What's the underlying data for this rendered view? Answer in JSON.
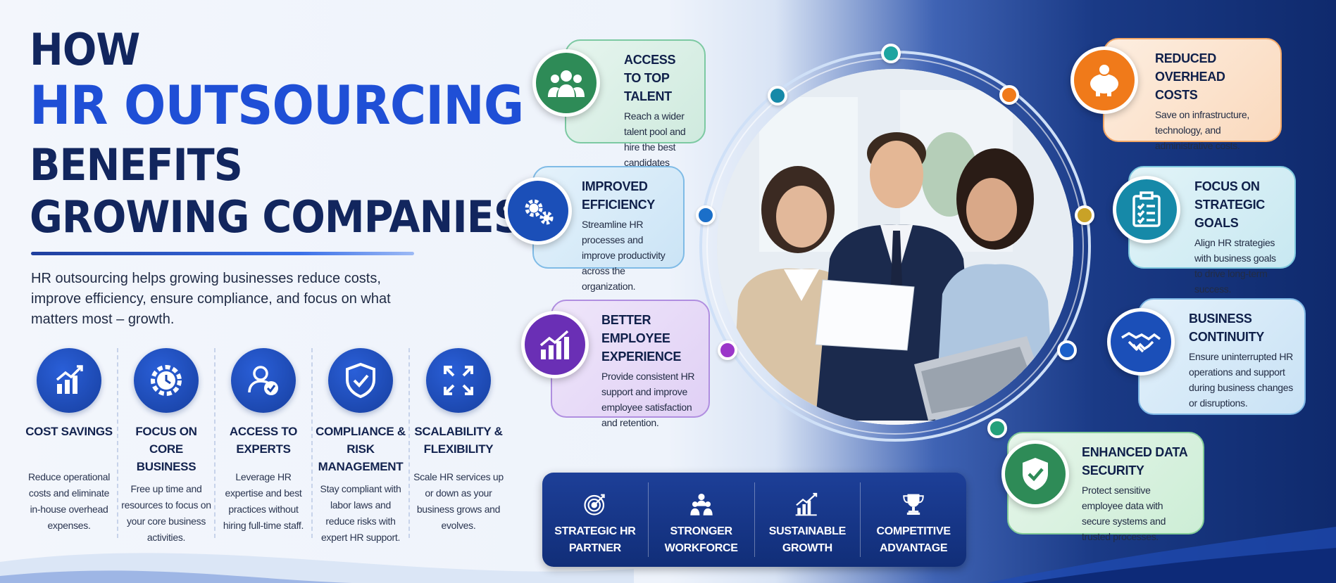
{
  "headline": {
    "line1": "HOW",
    "line2": "HR OUTSOURCING",
    "line3": "BENEFITS",
    "line4": "GROWING COMPANIES"
  },
  "intro": "HR outsourcing helps growing businesses reduce costs, improve efficiency, ensure compliance, and focus on what matters most – growth.",
  "benefits": [
    {
      "icon": "bar-chart-up-icon",
      "title": "COST SAVINGS",
      "desc": "Reduce operational costs and eliminate in-house overhead expenses."
    },
    {
      "icon": "gear-clock-icon",
      "title": "FOCUS ON CORE BUSINESS",
      "desc": "Free up time and resources to focus on your core business activities."
    },
    {
      "icon": "user-check-icon",
      "title": "ACCESS TO EXPERTS",
      "desc": "Leverage HR expertise and best practices without hiring full-time staff."
    },
    {
      "icon": "shield-check-icon",
      "title": "COMPLIANCE & RISK MANAGEMENT",
      "desc": "Stay compliant with labor laws and reduce risks with expert HR support."
    },
    {
      "icon": "expand-arrows-icon",
      "title": "SCALABILITY & FLEXIBILITY",
      "desc": "Scale HR services up or down as your business grows and evolves."
    }
  ],
  "cards_left": [
    {
      "icon": "team-icon",
      "title": "ACCESS TO TOP TALENT",
      "desc": "Reach a wider talent pool and hire the best candidates faster.",
      "color": "#2e8b57"
    },
    {
      "icon": "gears-icon",
      "title": "IMPROVED EFFICIENCY",
      "desc": "Streamline HR processes and improve productivity across the organization.",
      "color": "#1b4fb8"
    },
    {
      "icon": "growth-chart-icon",
      "title": "BETTER EMPLOYEE EXPERIENCE",
      "desc": "Provide consistent HR support and improve employee satisfaction and retention.",
      "color": "#6a2fb5"
    }
  ],
  "cards_right": [
    {
      "icon": "piggy-bank-icon",
      "title": "REDUCED OVERHEAD COSTS",
      "desc": "Save on infrastructure, technology, and administrative costs.",
      "color": "#f07a1a"
    },
    {
      "icon": "clipboard-checklist-icon",
      "title": "FOCUS ON STRATEGIC GOALS",
      "desc": "Align HR strategies with business goals to drive long-term success.",
      "color": "#1689a8"
    },
    {
      "icon": "handshake-icon",
      "title": "BUSINESS CONTINUITY",
      "desc": "Ensure uninterrupted HR operations and support during business changes or disruptions.",
      "color": "#1b4fb8"
    },
    {
      "icon": "shield-check-icon",
      "title": "ENHANCED DATA SECURITY",
      "desc": "Protect sensitive employee data with secure systems and trusted processes.",
      "color": "#2e8b57"
    }
  ],
  "bar": [
    {
      "icon": "target-icon",
      "label": "STRATEGIC HR PARTNER"
    },
    {
      "icon": "workforce-icon",
      "label": "STRONGER WORKFORCE"
    },
    {
      "icon": "growth-bars-icon",
      "label": "SUSTAINABLE GROWTH"
    },
    {
      "icon": "trophy-icon",
      "label": "COMPETITIVE ADVANTAGE"
    }
  ]
}
